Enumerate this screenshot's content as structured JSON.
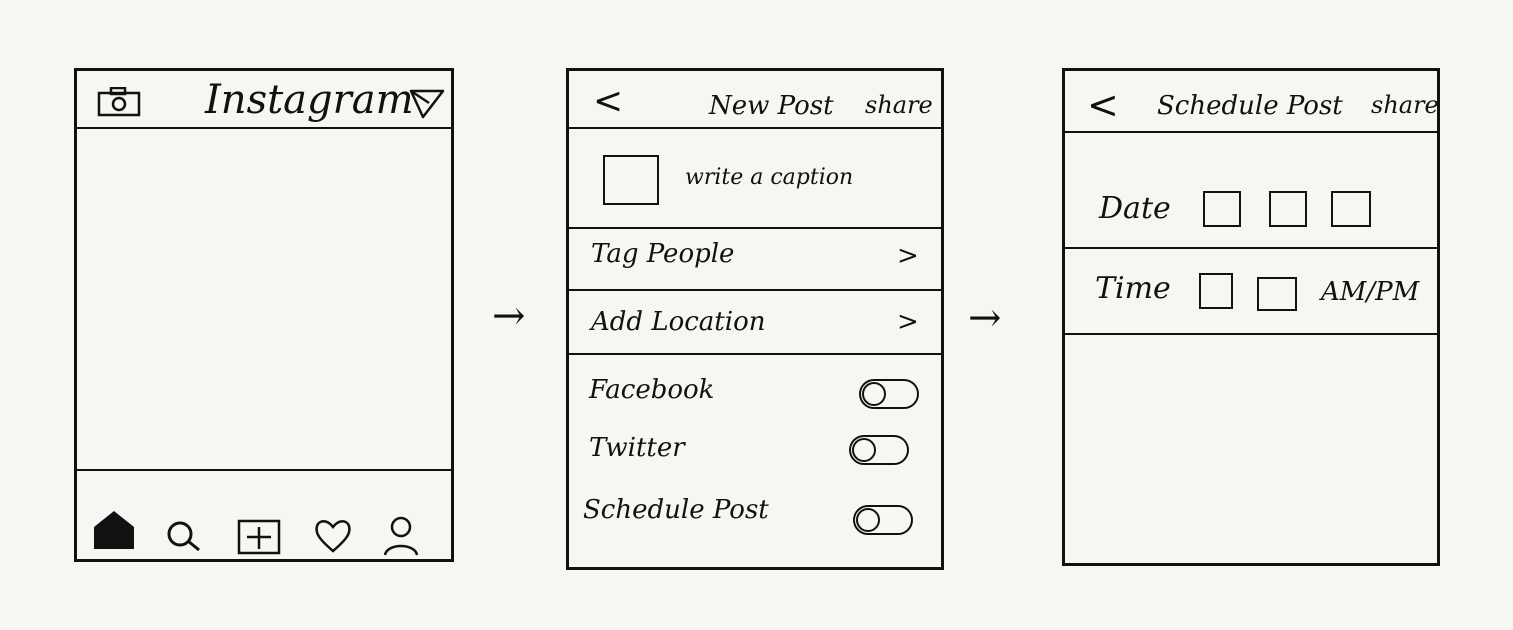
{
  "screen1": {
    "title": "Instagram",
    "header_icons": [
      "camera-icon",
      "send-icon"
    ],
    "tab_icons": [
      "home-icon",
      "search-icon",
      "add-icon",
      "heart-icon",
      "profile-icon"
    ]
  },
  "screen2": {
    "back": "<",
    "title": "New Post",
    "share": "share",
    "caption_placeholder": "write a caption",
    "rows": [
      {
        "label": "Tag People",
        "chevron": ">"
      },
      {
        "label": "Add Location",
        "chevron": ">"
      }
    ],
    "toggles": [
      "Facebook",
      "Twitter",
      "Schedule Post"
    ]
  },
  "screen3": {
    "back": "<",
    "title": "Schedule Post",
    "share": "share",
    "date_label": "Date",
    "time_label": "Time",
    "ampm": "AM/PM"
  },
  "arrows": [
    "→",
    "→"
  ]
}
